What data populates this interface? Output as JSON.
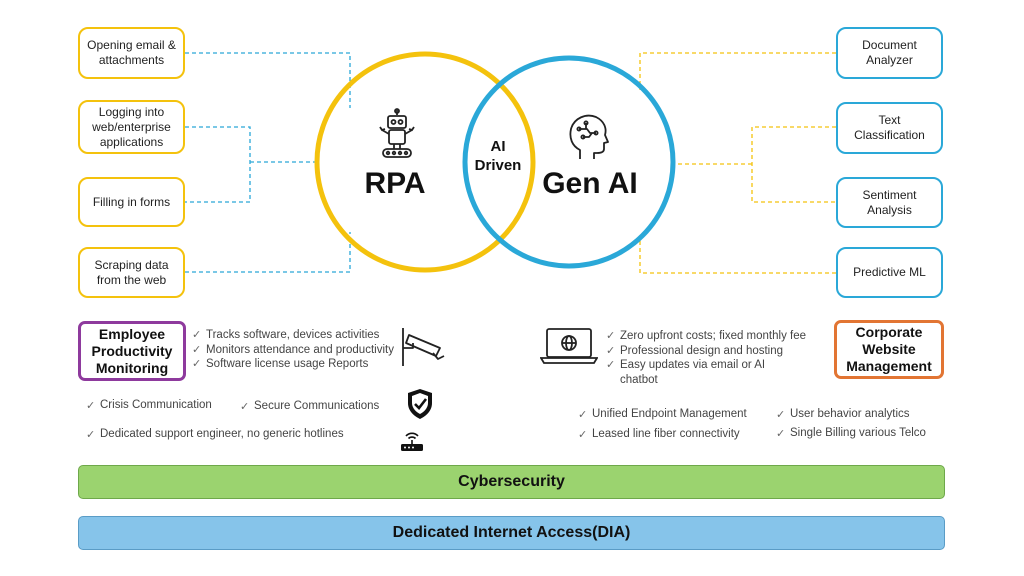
{
  "rpa": {
    "title": "RPA",
    "items": [
      "Opening email & attachments",
      "Logging into web/enterprise applications",
      "Filling in forms",
      "Scraping data from the web"
    ],
    "color": "#f4c20d"
  },
  "genai": {
    "title": "Gen AI",
    "items": [
      "Document Analyzer",
      "Text Classification",
      "Sentiment Analysis",
      "Predictive ML"
    ],
    "color": "#2aa8d8"
  },
  "overlap": {
    "line1": "AI",
    "line2": "Driven"
  },
  "employee": {
    "title": "Employee Productivity Monitoring",
    "bullets": [
      "Tracks software, devices activities",
      "Monitors attendance and productivity",
      "Software license usage Reports"
    ],
    "extra": [
      "Crisis Communication",
      "Secure Communications",
      "Dedicated support  engineer, no generic hotlines"
    ]
  },
  "corporate": {
    "title": "Corporate Website Management",
    "bullets": [
      "Zero upfront costs; fixed monthly fee",
      "Professional design and hosting",
      "Easy updates via email or AI chatbot"
    ],
    "extra": [
      "Unified Endpoint Management",
      "User behavior analytics",
      "Leased line fiber connectivity",
      "Single Billing various Telco"
    ]
  },
  "bars": {
    "cybersecurity": "Cybersecurity",
    "dia": "Dedicated Internet Access(DIA)"
  },
  "icons": [
    "robot-icon",
    "ai-head-icon",
    "security-camera-icon",
    "shield-check-icon",
    "wifi-router-icon",
    "laptop-globe-icon"
  ]
}
